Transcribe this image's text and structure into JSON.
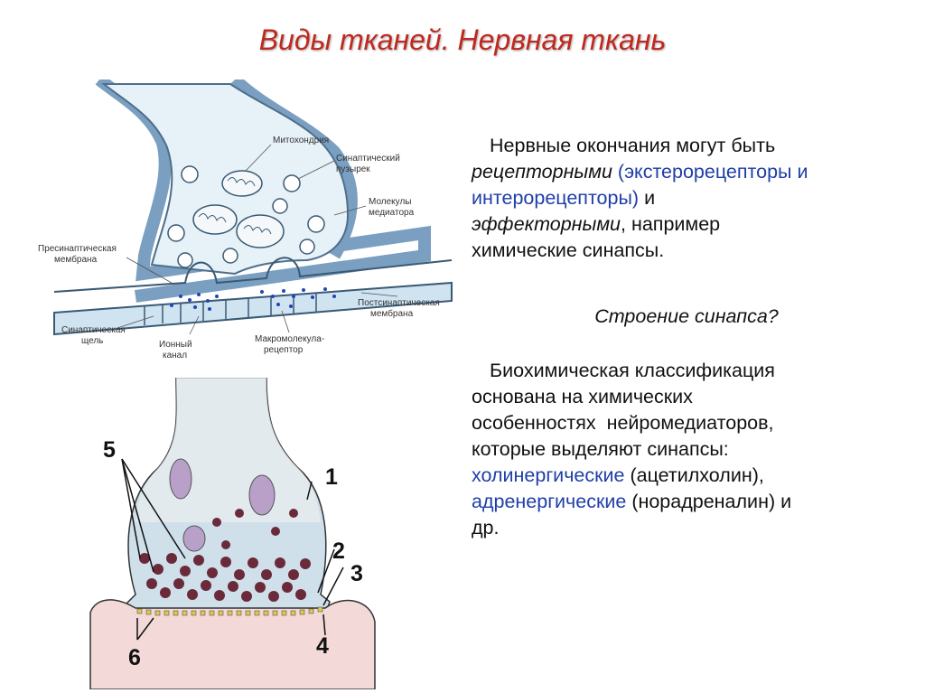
{
  "slide": {
    "title": "Виды тканей. Нервная ткань"
  },
  "paragraph1": {
    "line1": "Нервные окончания могут быть",
    "receptor_term": "рецепторными",
    "receptor_examples_a": " (экстерорецепторы и",
    "receptor_examples_b": "интерорецепторы)",
    "and": " и",
    "effector_term": "эффекторными",
    "effector_tail": ", например",
    "line5": "химические синапсы."
  },
  "question": "Строение синапса?",
  "paragraph2": {
    "line1": "Биохимическая классификация",
    "line2": "основана на химических",
    "line3": "особенностях  нейромедиаторов,",
    "line4": "которые выделяют синапсы:",
    "cholinergic_term": "холинергические",
    "cholinergic_tail": " (ацетилхолин),",
    "adrenergic_term": "адренергические",
    "adrenergic_tail": " (норадреналин) и",
    "line7": "др."
  },
  "diagram_top": {
    "labels": {
      "mitochondria": "Митохондрия",
      "vesicle_a": "Синаптический",
      "vesicle_b": "пузырек",
      "mediator_a": "Молекулы",
      "mediator_b": "медиатора",
      "presyn_a": "Пресинаптическая",
      "presyn_b": "мембрана",
      "postsyn_a": "Постсинаптическая",
      "postsyn_b": "мембрана",
      "cleft_a": "Синаптическая",
      "cleft_b": "щель",
      "ion_a": "Ионный",
      "ion_b": "канал",
      "macro_a": "Макромолекула-",
      "macro_b": "рецептор"
    }
  },
  "diagram_bottom": {
    "numbers": [
      "1",
      "2",
      "3",
      "4",
      "5",
      "6"
    ]
  }
}
